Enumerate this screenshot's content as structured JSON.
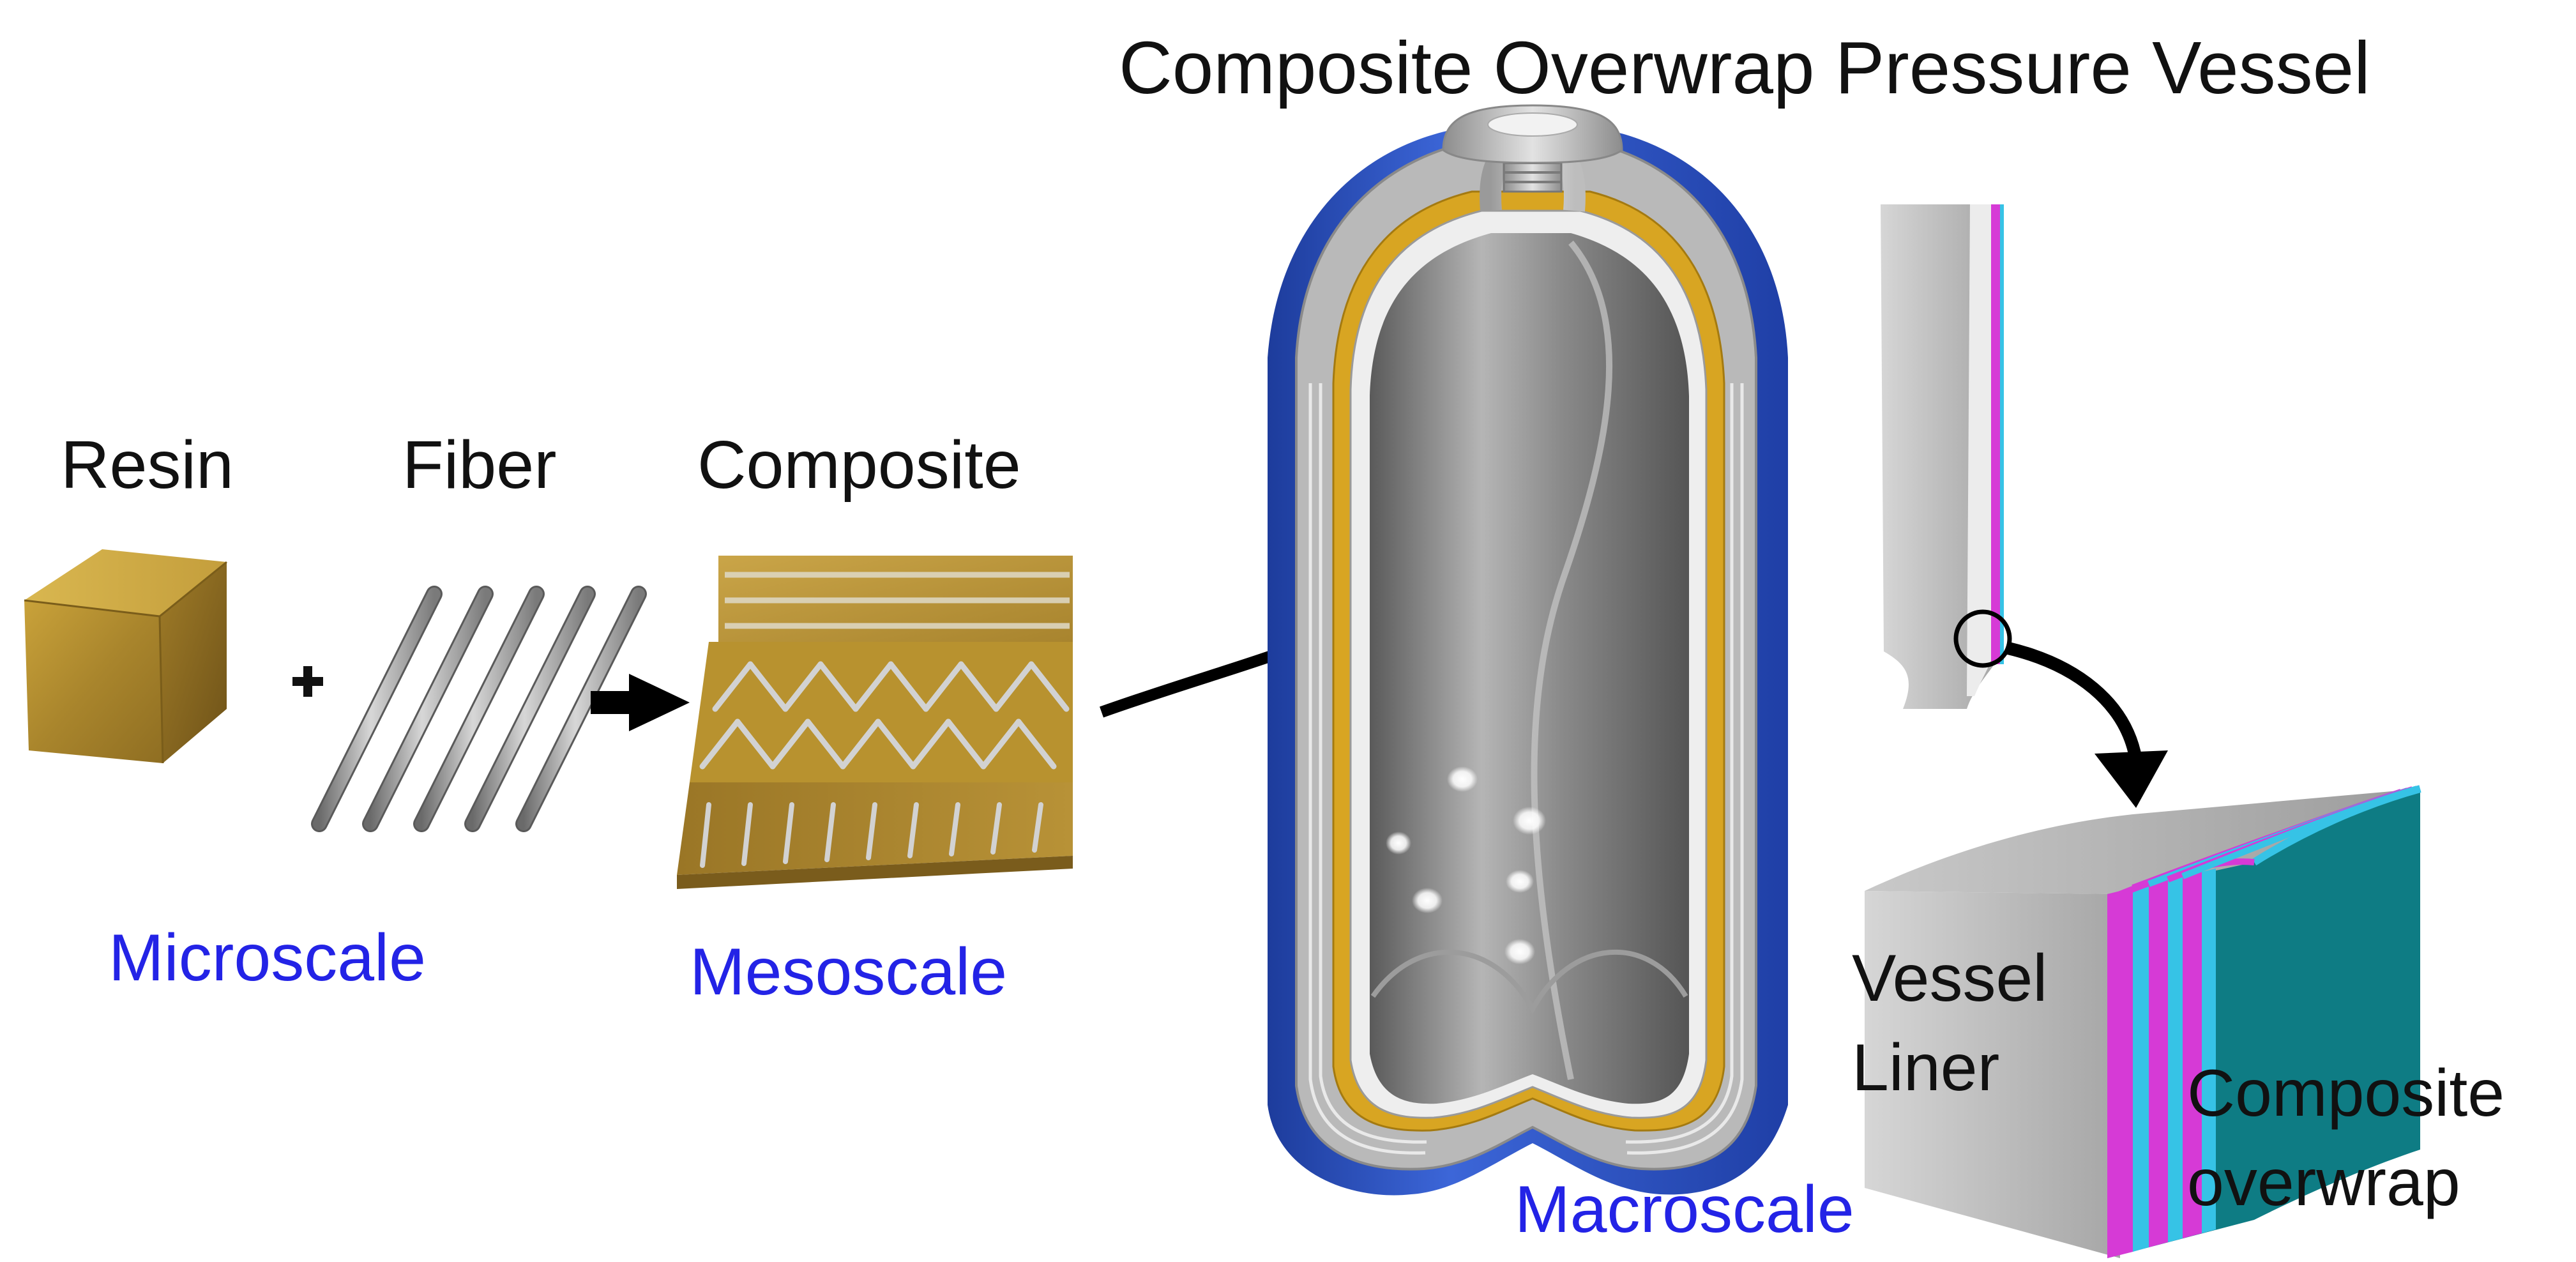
{
  "labels": {
    "title": "Composite Overwrap Pressure Vessel",
    "resin": "Resin",
    "fiber": "Fiber",
    "composite": "Composite",
    "microscale": "Microscale",
    "mesoscale": "Mesoscale",
    "macroscale": "Macroscale",
    "vessel_liner_line1": "Vessel",
    "vessel_liner_line2": "Liner",
    "overwrap_line1": "Composite",
    "overwrap_line2": "overwrap",
    "plus": "+"
  },
  "colors": {
    "label_text": "#111111",
    "scale_text": "#2323e6",
    "resin": "#b08a2a",
    "vessel_outer": "#2f55c8",
    "liner_gray": "#a8a8a8",
    "yellow_layer": "#d8a522",
    "magenta_layer": "#d63ad6",
    "cyan_layer": "#36c3e6",
    "teal_overwrap": "#0e7c84"
  }
}
